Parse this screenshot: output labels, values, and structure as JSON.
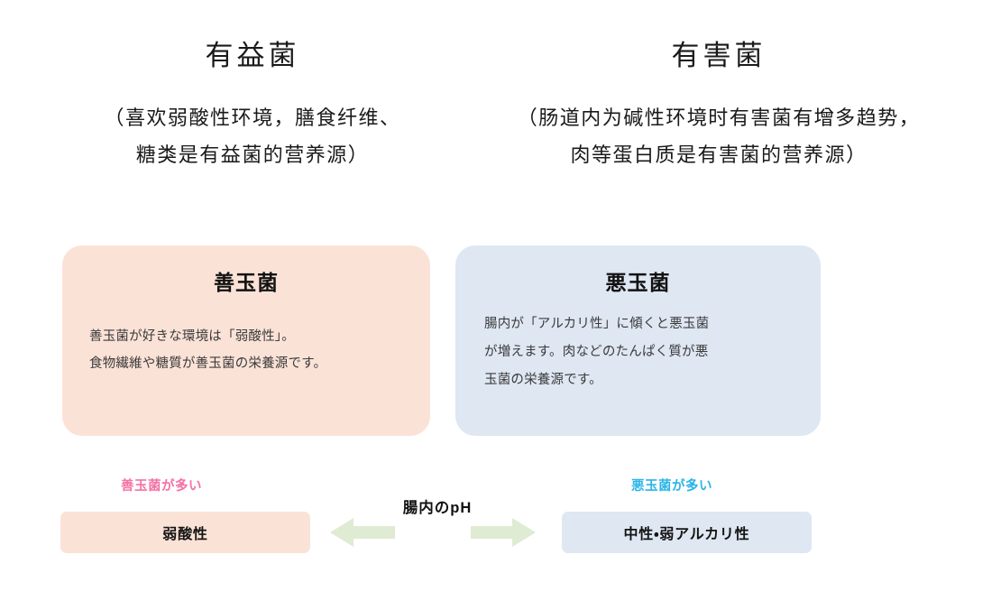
{
  "colors": {
    "good_bg": "#FBE2D7",
    "bad_bg": "#DEE7F2",
    "good_accent": "#F472A5",
    "bad_accent": "#2CB5E8",
    "arrow": "#DFEBD3",
    "page_bg": "#FFFFFF",
    "text": "#111111"
  },
  "headings": {
    "left": {
      "title": "有益菌",
      "sub_line1": "（喜欢弱酸性环境，膳食纤维、",
      "sub_line2": "糖类是有益菌的营养源）"
    },
    "right": {
      "title": "有害菌",
      "sub_line1": "（肠道内为碱性环境时有害菌有增多趋势，",
      "sub_line2": "肉等蛋白质是有害菌的营养源）"
    }
  },
  "cards": {
    "good": {
      "title": "善玉菌",
      "body_line1": "善玉菌が好きな環境は「弱酸性」。",
      "body_line2": "食物繊維や糖質が善玉菌の栄養源です。"
    },
    "bad": {
      "title": "悪玉菌",
      "body_line1": "腸内が「アルカリ性」に傾くと悪玉菌",
      "body_line2": "が増えます。肉などのたんぱく質が悪",
      "body_line3": "玉菌の栄養源です。"
    }
  },
  "ph_scale": {
    "center_label": "腸内のpH",
    "left": {
      "caption": "善玉菌が多い",
      "bar_label": "弱酸性"
    },
    "right": {
      "caption": "悪玉菌が多い",
      "bar_label": "中性・弱アルカリ性"
    },
    "arrow_left_icon": "arrow-left-icon",
    "arrow_right_icon": "arrow-right-icon"
  }
}
